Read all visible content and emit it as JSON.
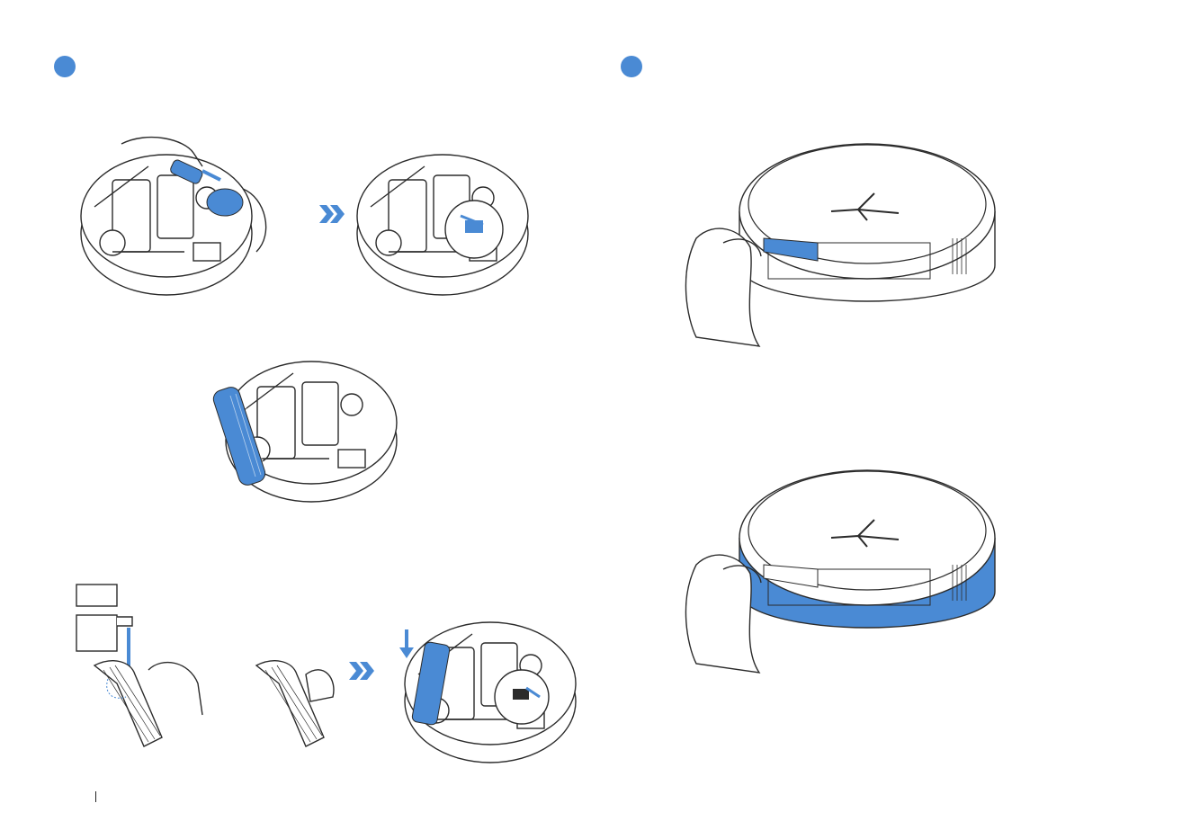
{
  "accent_color": "#4a8ad4",
  "line_color": "#2b2b2b",
  "left_page": {
    "step_badge": {
      "color": "#4a8ad4"
    },
    "illustrations": [
      "remove-main-brush-end-cap",
      "reinstall-end-cap",
      "remove-main-brush",
      "rinse-brush-under-tap",
      "dry-brush-with-cloth",
      "reinstall-main-brush"
    ],
    "arrows": [
      "double-chevron-icon",
      "double-chevron-icon",
      "down-arrow-icon"
    ]
  },
  "right_page": {
    "step_badge": {
      "color": "#4a8ad4"
    },
    "illustrations": [
      "wipe-sensor-window",
      "wipe-bumper"
    ]
  }
}
